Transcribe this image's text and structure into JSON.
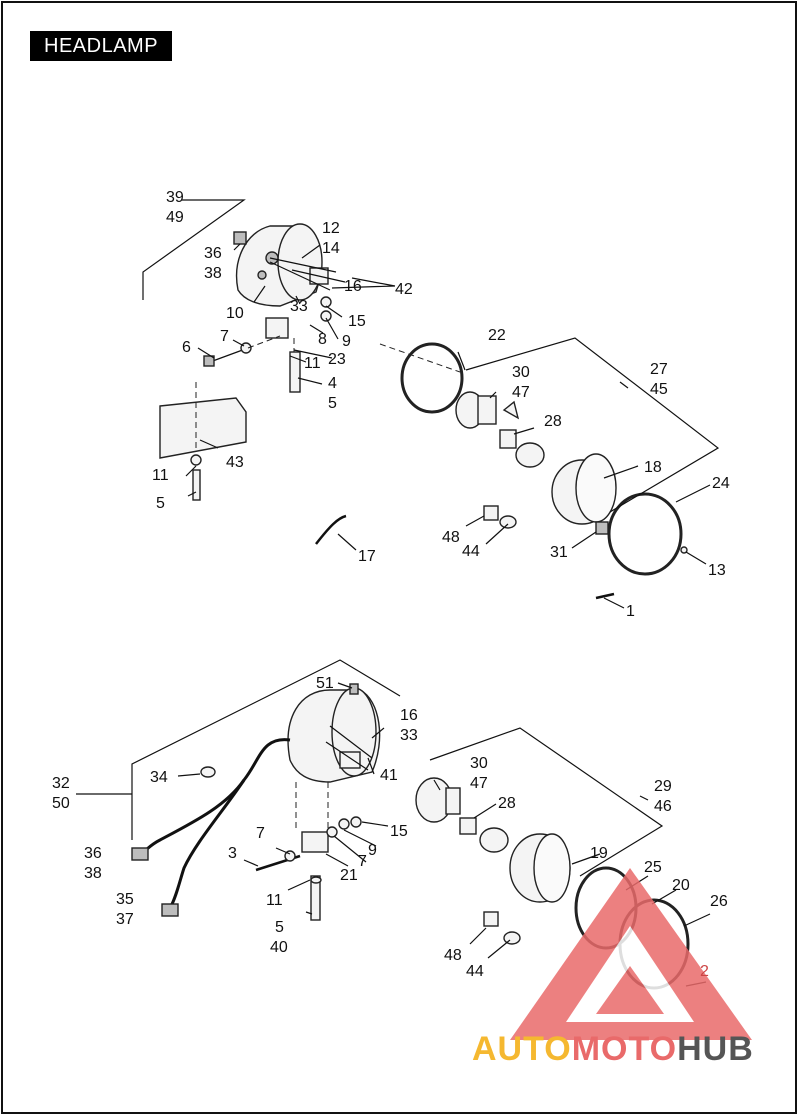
{
  "title": "HEADLAMP",
  "labels": [
    "39",
    "49",
    "12",
    "14",
    "36",
    "38",
    "16",
    "42",
    "10",
    "33",
    "15",
    "8",
    "9",
    "22",
    "7",
    "6",
    "11",
    "23",
    "4",
    "5",
    "43",
    "11",
    "5",
    "30",
    "47",
    "28",
    "27",
    "45",
    "18",
    "24",
    "48",
    "44",
    "31",
    "13",
    "17",
    "1",
    "51",
    "16",
    "33",
    "30",
    "47",
    "34",
    "41",
    "28",
    "29",
    "46",
    "32",
    "50",
    "15",
    "7",
    "9",
    "3",
    "7",
    "21",
    "19",
    "36",
    "38",
    "25",
    "20",
    "26",
    "11",
    "35",
    "37",
    "5",
    "40",
    "48",
    "44",
    "2"
  ],
  "watermark": {
    "part1": "AUTO",
    "part2": "MOTO",
    "part3": "HUB"
  },
  "colors": {
    "watermark_yellow": "#f5b830",
    "watermark_red": "#e96a6a",
    "watermark_gray": "#555555"
  }
}
